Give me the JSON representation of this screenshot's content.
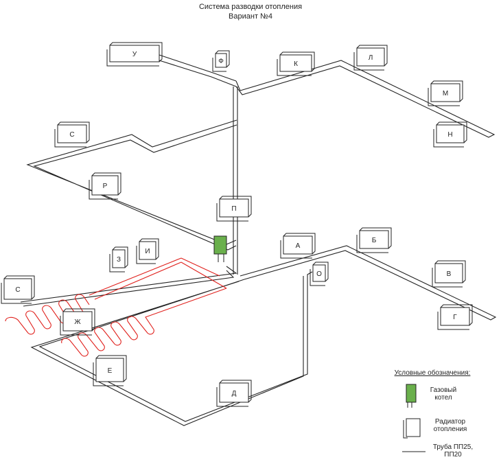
{
  "title": "Система разводки отопления",
  "subtitle": "Вариант №4",
  "radiators": [
    "У",
    "Ф",
    "К",
    "Л",
    "М",
    "Н",
    "С",
    "Р",
    "П",
    "А",
    "Б",
    "В",
    "Г",
    "З",
    "И",
    "С",
    "Ж",
    "О",
    "Е",
    "Д"
  ],
  "legend": {
    "heading": "Условные обозначения:",
    "boiler": "Газовый котел",
    "radiator": "Радиатор отопления",
    "pipe": "Труба ПП25, ПП20"
  },
  "colors": {
    "boiler": "#6ab04c",
    "floor_heating": "#e0201c",
    "pipe": "#222222"
  }
}
